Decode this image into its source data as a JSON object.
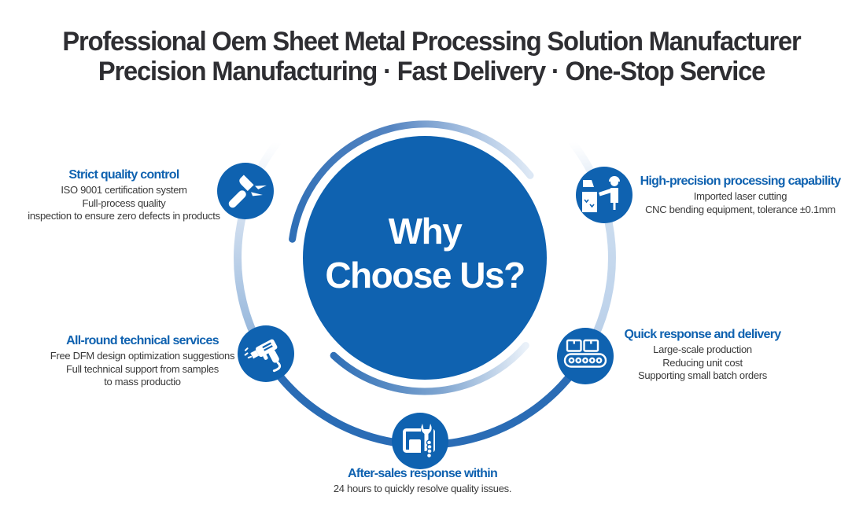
{
  "header": {
    "line1": "Professional Oem Sheet Metal Processing Solution Manufacturer",
    "line2": "Precision Manufacturing · Fast Delivery · One-Stop Service"
  },
  "center_badge": {
    "line1": "Why",
    "line2": "Choose Us?"
  },
  "features": [
    {
      "id": "strict-quality-control",
      "icon": "hammer-icon",
      "title": "Strict quality control",
      "lines": [
        "ISO 9001 certification system",
        "Full-process quality",
        "inspection to ensure zero defects in products"
      ]
    },
    {
      "id": "high-precision-processing",
      "icon": "worker-machine-icon",
      "title": "High-precision processing capability",
      "lines": [
        "Imported laser cutting",
        "CNC bending equipment, tolerance ±0.1mm"
      ]
    },
    {
      "id": "all-round-technical-services",
      "icon": "drill-icon",
      "title": "All-round technical services",
      "lines": [
        "Free DFM design optimization suggestions",
        "Full technical support from samples",
        "to mass productio"
      ]
    },
    {
      "id": "quick-response-delivery",
      "icon": "conveyor-boxes-icon",
      "title": "Quick response and delivery",
      "lines": [
        "Large-scale production",
        "Reducing unit cost",
        "Supporting small batch orders"
      ]
    },
    {
      "id": "after-sales-response",
      "icon": "wrench-hand-icon",
      "title": "After-sales response within",
      "lines": [
        "24 hours to quickly resolve quality issues."
      ]
    }
  ],
  "colors": {
    "primary_blue": "#0f62b0",
    "ring_blue": "#2a6cb5",
    "ring_light_blue": "#c7d9ee",
    "heading_text": "#2e2e32",
    "body_text": "#3a3a3a",
    "title_blue": "#0f62b0"
  }
}
